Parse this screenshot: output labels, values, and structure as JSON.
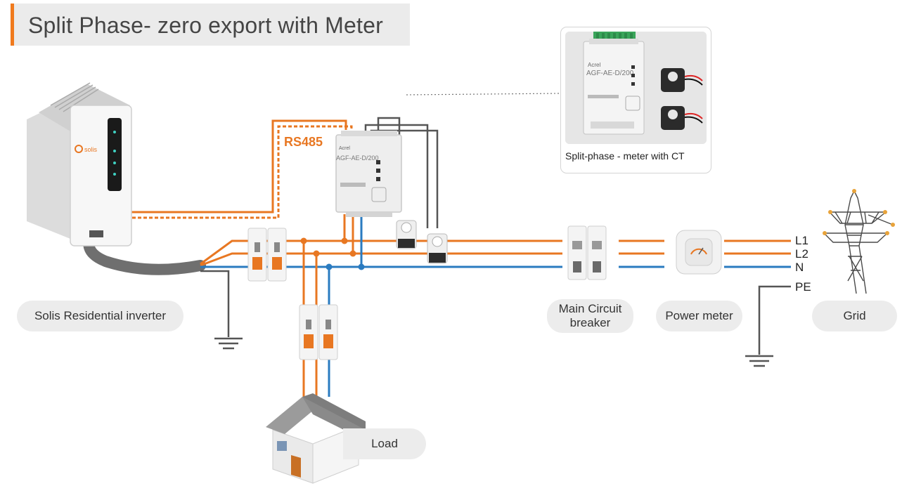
{
  "title": "Split Phase- zero export with Meter",
  "bus_labels": {
    "l1": "L1",
    "l2": "L2",
    "n": "N",
    "pe": "PE"
  },
  "rs485_label": "RS485",
  "components": {
    "inverter": "Solis Residential inverter",
    "main_breaker": "Main Circuit\nbreaker",
    "power_meter": "Power meter",
    "grid": "Grid",
    "load": "Load"
  },
  "card": {
    "caption": "Split-phase - meter with CT"
  },
  "device_text": {
    "brand": "Acrel",
    "model": "AGF-AE-D/200",
    "inverter_brand": "solis"
  },
  "colors": {
    "line": "#e87722",
    "neutral": "#2a7bc0",
    "ground": "#555555",
    "title_accent": "#f07a1e",
    "pill_bg": "#ececec"
  }
}
